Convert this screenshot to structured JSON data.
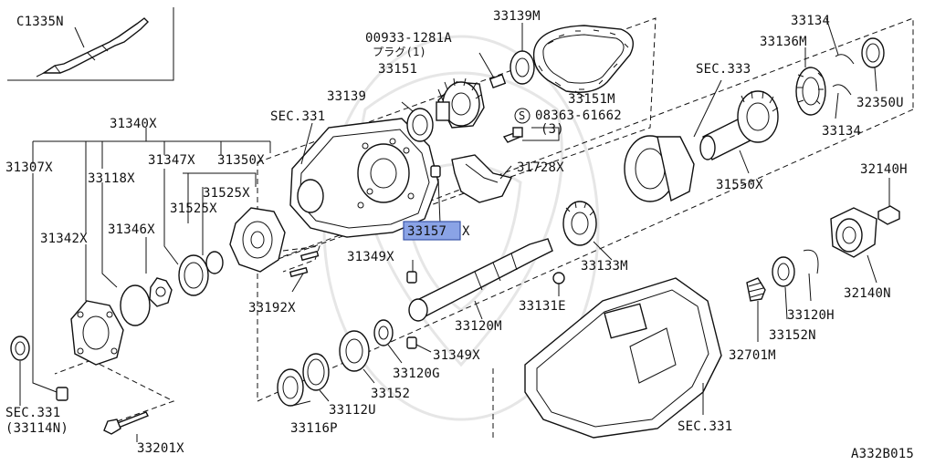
{
  "diagram": {
    "code": "A332B015",
    "highlighted": "33157",
    "labels": {
      "c1335n": "C1335N",
      "p00933": "00933-1281A",
      "plug_jp": "プラグ(1)",
      "p33139m": "33139M",
      "p33134_top": "33134",
      "p33136m": "33136M",
      "sec333": "SEC.333",
      "p32350u": "32350U",
      "p33151": "33151",
      "p33151m": "33151M",
      "p33139": "33139",
      "s08363": "08363-61662",
      "s08363_qty": "(3)",
      "p33134_bot": "33134",
      "sec331_top": "SEC.331",
      "p31340x": "31340X",
      "p31307x": "31307X",
      "p33118x": "33118X",
      "p31347x": "31347X",
      "p31350x": "31350X",
      "p31728x": "31728X",
      "p31550x": "31550X",
      "p32140h": "32140H",
      "p31525x_a": "31525X",
      "p31525x_b": "31525X",
      "p33157": "33157",
      "p33157_suffix": "X",
      "p31342x": "31342X",
      "p31346x": "31346X",
      "p31349x_top": "31349X",
      "p33133m": "33133M",
      "p32140n": "32140N",
      "p33131e": "33131E",
      "p33192x": "33192X",
      "p33120m": "33120M",
      "p33120h": "33120H",
      "p31349x_bot": "31349X",
      "p32701m": "32701M",
      "p33152n": "33152N",
      "p33120g": "33120G",
      "p33152": "33152",
      "sec331_left": "SEC.331",
      "p33114n": "(33114N)",
      "p33112u": "33112U",
      "p33116p": "33116P",
      "p33201x": "33201X",
      "sec331_bot": "SEC.331",
      "s_mark": "S"
    }
  }
}
